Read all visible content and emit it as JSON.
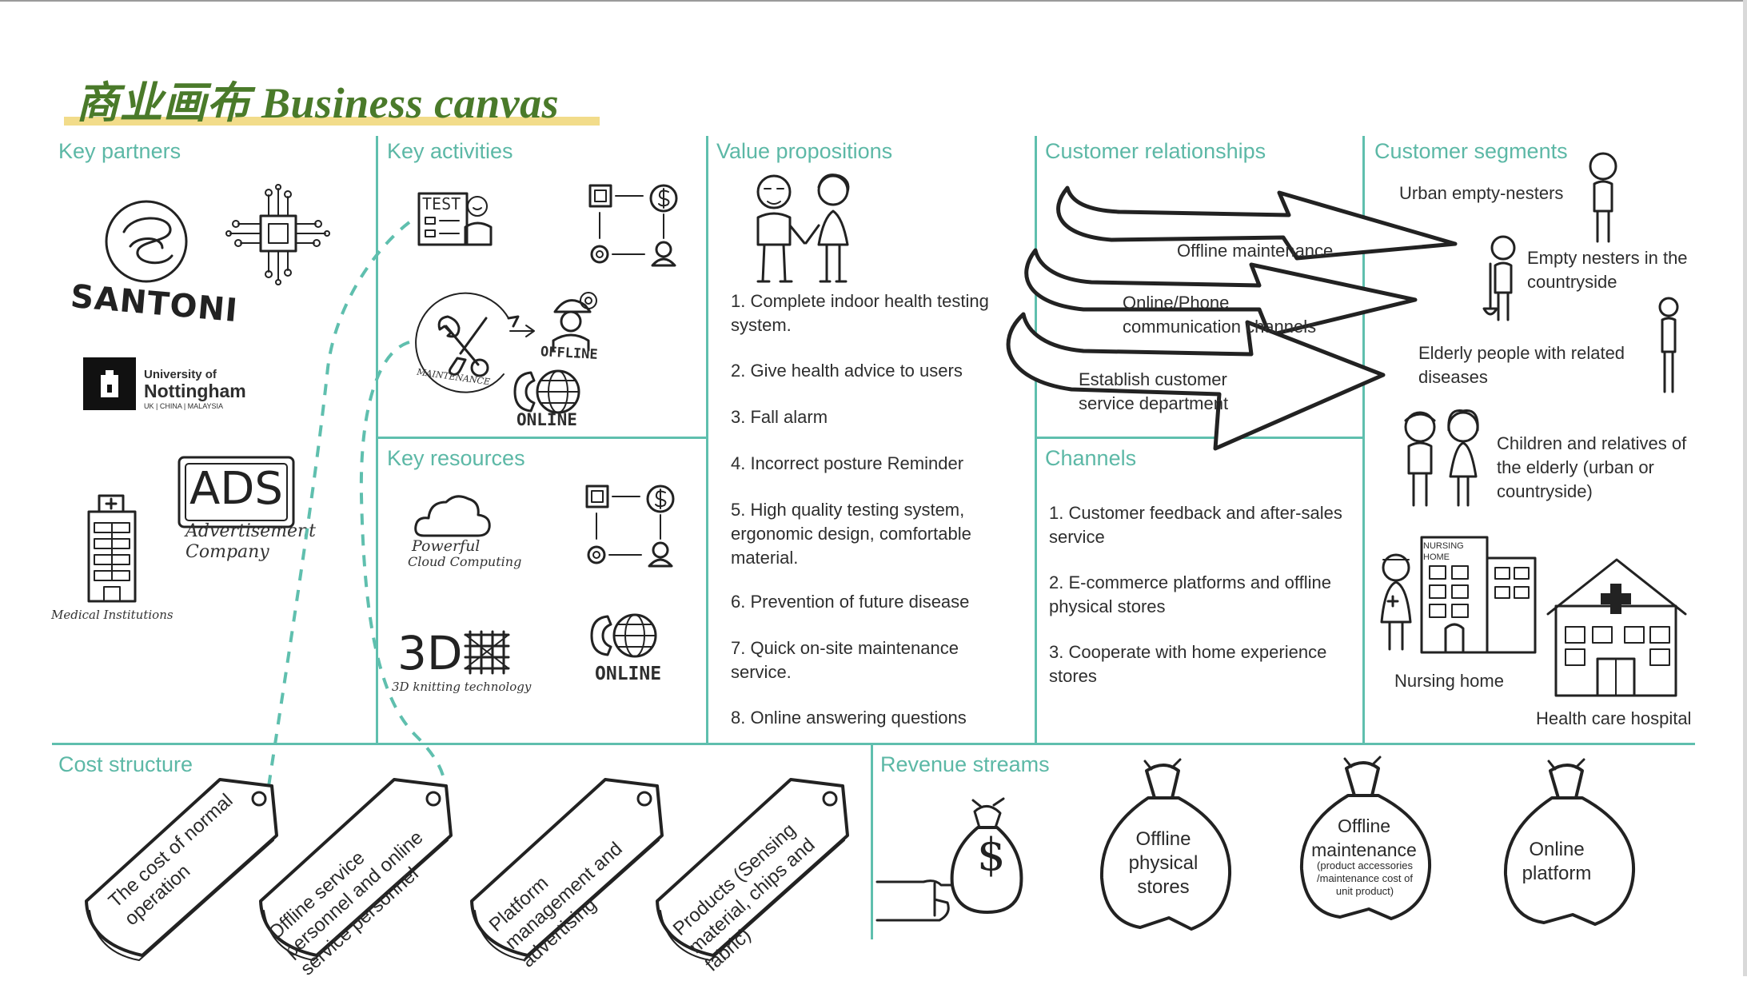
{
  "title": "商业画布 Business canvas",
  "colors": {
    "accent": "#5cb8a6",
    "title": "#4a7a2a",
    "underline": "#f2dc8a"
  },
  "sections": {
    "key_partners": "Key partners",
    "key_activities": "Key activities",
    "key_resources": "Key resources",
    "value_propositions": "Value propositions",
    "customer_relationships": "Customer relationships",
    "channels": "Channels",
    "customer_segments": "Customer segments",
    "cost_structure": "Cost structure",
    "revenue_streams": "Revenue streams"
  },
  "partners": {
    "santoni": "SANTONI",
    "uni_line1": "University of",
    "uni_line2": "Nottingham",
    "uni_line3": "UK | CHINA | MALAYSIA",
    "ads": "ADS",
    "ads_caption1": "Advertisement",
    "ads_caption2": "Company",
    "medical": "Medical Institutions"
  },
  "activities": {
    "test": "TEST",
    "maintenance": "MAINTENANCE",
    "offline": "OFFLINE",
    "online": "ONLINE"
  },
  "resources": {
    "cloud1": "Powerful",
    "cloud2": "Cloud Computing",
    "threed": "3D",
    "knit": "3D knitting technology",
    "online": "ONLINE"
  },
  "value_propositions": [
    "1. Complete indoor health testing system.",
    "2. Give health advice to users",
    "3. Fall alarm",
    "4. Incorrect posture Reminder",
    "5. High quality testing system, ergonomic design, comfortable material.",
    "6. Prevention of future disease",
    "7. Quick on-site maintenance service.",
    "8. Online answering questions"
  ],
  "relationships": {
    "arrow1": "Offline maintenance",
    "arrow2_l1": "Online/Phone",
    "arrow2_l2": "communication channels",
    "arrow3_l1": "Establish customer",
    "arrow3_l2": "service department"
  },
  "channels": [
    "1. Customer feedback and after-sales service",
    "2. E-commerce platforms and offline physical stores",
    "3. Cooperate with home experience stores"
  ],
  "segments": {
    "urban": "Urban empty-nesters",
    "countryside": "Empty nesters in the countryside",
    "elderly": "Elderly people with related diseases",
    "children": "Children and relatives of the elderly (urban or countryside)",
    "nursing_sign": "NURSING HOME",
    "nursing": "Nursing home",
    "hospital": "Health care hospital"
  },
  "costs": [
    "The cost of normal operation",
    "Offline service personnel and online service personnel",
    "Platform management and advertising",
    "Products (Sensing material, chips and fabric)"
  ],
  "revenue": {
    "dollar": "$",
    "bag1": "Offline physical stores",
    "bag2_title": "Offline maintenance",
    "bag2_sub": "(product accessories /maintenance cost of unit product)",
    "bag3": "Online platform"
  },
  "icons": [
    "santoni-logo",
    "chip-icon",
    "university-logo",
    "ads-icon",
    "hospital-building-icon",
    "test-clipboard-icon",
    "process-flow-icon",
    "wrench-screwdriver-icon",
    "worker-icon",
    "phone-globe-icon",
    "cloud-icon",
    "knitting-icon",
    "elderly-couple-icon",
    "arrow-icon",
    "grandpa-icon",
    "farmer-icon",
    "cane-man-icon",
    "children-icon",
    "nurse-icon",
    "nursing-home-icon",
    "hospital-icon",
    "price-tag-icon",
    "money-bag-icon"
  ]
}
